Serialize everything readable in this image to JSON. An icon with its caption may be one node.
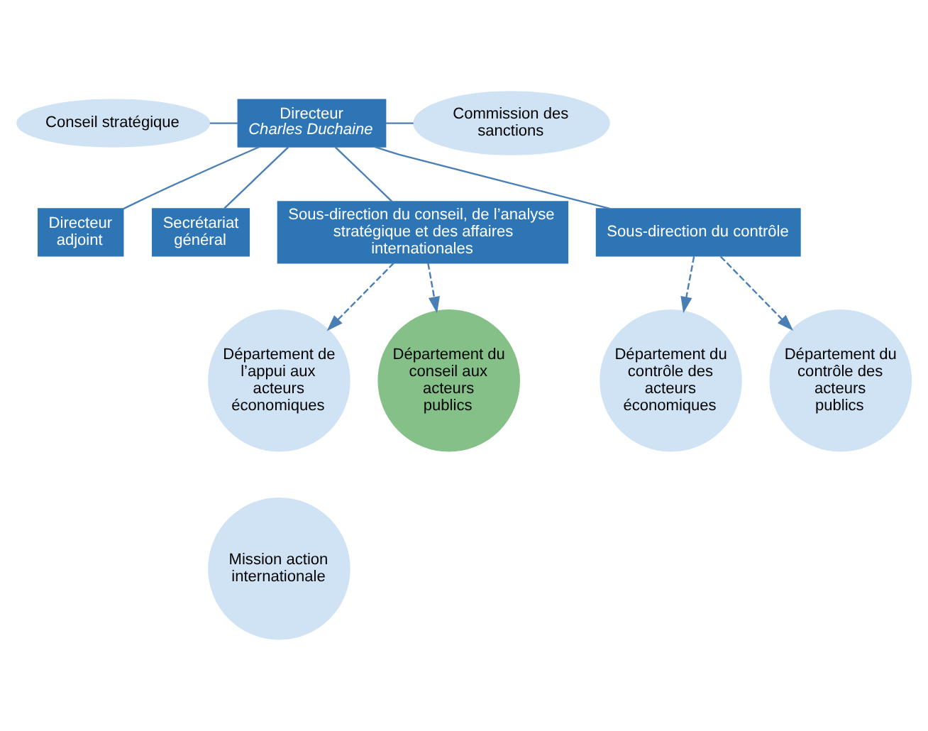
{
  "diagram": {
    "nodes": [
      {
        "text": [
          "Directeur",
          "Charles Duchaine"
        ]
      },
      {
        "text": [
          "Conseil stratégique"
        ]
      },
      {
        "text": [
          "Commission des sanctions"
        ]
      },
      {
        "text": [
          "Directeur adjoint"
        ]
      },
      {
        "text": [
          "Secrétariat général"
        ]
      },
      {
        "text": [
          "Sous-direction du conseil, de l’analyse stratégique et des affaires internationales"
        ]
      },
      {
        "text": [
          "Sous-direction du contrôle"
        ]
      },
      {
        "text": [
          "Département de l’appui aux acteurs économiques"
        ]
      },
      {
        "text": [
          "Département du conseil aux acteurs publics"
        ]
      },
      {
        "text": [
          "Mission action internationale"
        ]
      },
      {
        "text": [
          "Département du contrôle des acteurs économiques"
        ]
      },
      {
        "text": [
          "Département du contrôle des acteurs publics"
        ]
      }
    ],
    "edges": [
      {
        "from": 1,
        "to": 0,
        "arrow": "none"
      },
      {
        "from": 0,
        "to": 2,
        "arrow": "none"
      },
      {
        "from": 0,
        "to": 3,
        "arrow": "none"
      },
      {
        "from": 0,
        "to": 4,
        "arrow": "none"
      },
      {
        "from": 0,
        "to": 5,
        "arrow": "none"
      },
      {
        "from": 0,
        "to": 6,
        "arrow": "none"
      },
      {
        "from": 5,
        "to": 7,
        "arrow": "to",
        "style": "dashed"
      },
      {
        "from": 5,
        "to": 8,
        "arrow": "to",
        "style": "dashed"
      },
      {
        "from": 6,
        "to": 10,
        "arrow": "to",
        "style": "dashed"
      },
      {
        "from": 6,
        "to": 11,
        "arrow": "to",
        "style": "dashed"
      }
    ]
  }
}
